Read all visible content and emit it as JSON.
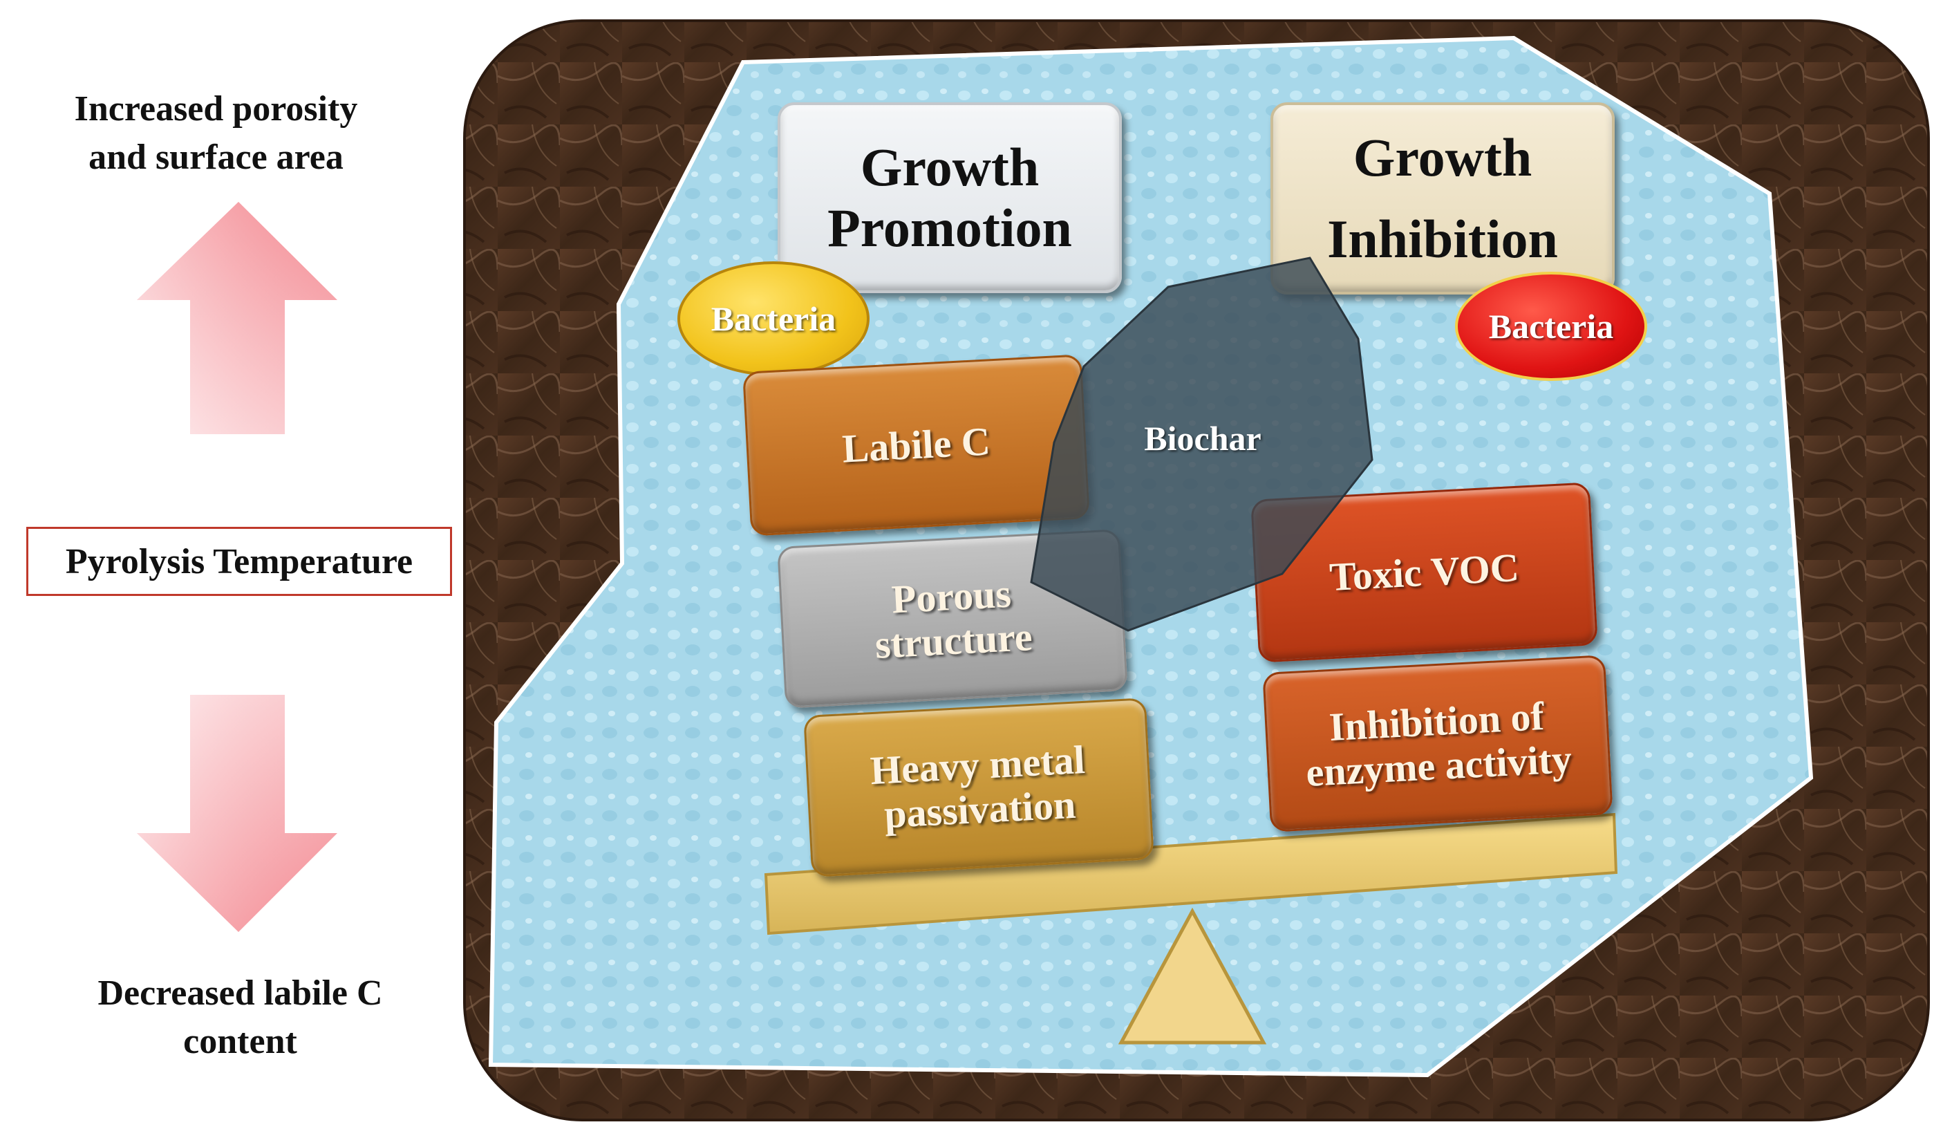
{
  "left_panel": {
    "top_text_line1": "Increased porosity",
    "top_text_line2": "and surface area",
    "center_label": "Pyrolysis Temperature",
    "bottom_text_line1": "Decreased labile C",
    "bottom_text_line2": "content"
  },
  "promotion": {
    "title_line1": "Growth",
    "title_line2": "Promotion",
    "bacteria_label": "Bacteria",
    "factors": [
      "Labile C",
      "Porous structure",
      "Heavy metal passivation"
    ]
  },
  "inhibition": {
    "title_line1": "Growth",
    "title_line2": "Inhibition",
    "bacteria_label": "Bacteria",
    "factors": [
      "Toxic VOC",
      "Inhibition of enzyme activity"
    ]
  },
  "center_label": "Biochar",
  "colors": {
    "soil": "#4a2f1f",
    "water": "#a9d9ec",
    "promotion_bacteria": "#f2c31b",
    "inhibition_bacteria": "#e01414",
    "arrow": "#f7a3a8",
    "balance": "#e9c86a"
  }
}
